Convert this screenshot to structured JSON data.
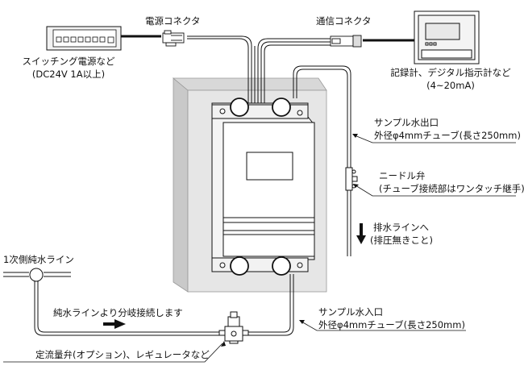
{
  "colors": {
    "line": "#111111",
    "panel_face": "#e6e6e6",
    "panel_side": "#c9c9c9",
    "device_body": "#ffffff",
    "background": "#ffffff"
  },
  "labels": {
    "power_supply": {
      "line1": "スイッチング電源など",
      "line2": "(DC24V 1A以上)"
    },
    "power_connector": "電源コネクタ",
    "comm_connector": "通信コネクタ",
    "recorder": {
      "line1": "記録計、デジタル指示計など",
      "line2": "(4~20mA)"
    },
    "sample_outlet": {
      "line1": "サンプル水出口",
      "line2": "外径φ4mmチューブ(長さ250mm)"
    },
    "needle_valve": {
      "line1": "ニードル弁",
      "line2": "(チューブ接続部はワンタッチ継手)"
    },
    "drain": {
      "line1": "排水ラインへ",
      "line2": "(排圧無きこと)"
    },
    "primary_line": "1次側純水ライン",
    "branch_note": "純水ラインより分岐接続します",
    "sample_inlet": {
      "line1": "サンプル水入口",
      "line2": "外径φ4mmチューブ(長さ250mm)"
    },
    "regulator": "定流量弁(オプション)、レギュレータなど"
  },
  "icons": {
    "power_supply": "terminal-block-icon",
    "recorder": "panel-meter-icon",
    "drain_arrow": "arrow-down-icon",
    "flow_arrow": "arrow-right-icon"
  }
}
